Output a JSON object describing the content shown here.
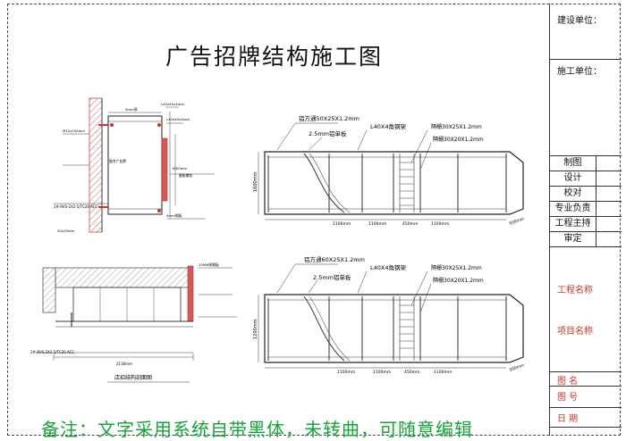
{
  "title": "广告招牌结构施工图",
  "note": "备注：文字采用系统自带黑体，未转曲，可随意编辑",
  "title_block": {
    "construction_unit": "建设单位：",
    "builder": "施工单位：",
    "rows": [
      "制图",
      "设计",
      "校对",
      "专业负责",
      "工程主持",
      "审定"
    ],
    "project_name": "工程名称",
    "item_name": "项目名称",
    "bottom_rows": [
      "图  名",
      "图  号",
      "日  期"
    ]
  },
  "elevation_top": {
    "label_square_tube": "铝方通50X25X1.2mm",
    "label_angle": "L40X4角钢架",
    "label_plate": "2.5mm铝单板",
    "label_grid1": "隔栅30X25X1.2mm",
    "label_grid2": "隔栅30X20X1.2mm",
    "height": "1600mm",
    "dims": [
      "1100mm",
      "1100mm",
      "450mm",
      "1100mm"
    ],
    "depth": "500mm"
  },
  "elevation_bottom": {
    "label_square_tube": "铝方通60X25X1.2mm",
    "label_angle": "L40X4角钢架",
    "label_plate": "2.5mm铝单板",
    "label_grid1": "隔栅30X25X1.2mm",
    "label_grid2": "隔栅30X20X1.2mm",
    "height": "1200mm",
    "dims": [
      "1100mm",
      "1100mm",
      "450mm",
      "1100mm"
    ],
    "depth": "300mm"
  },
  "section_top": {
    "label_a": "L40x40x4mm",
    "label_b": "L40x40x4mm",
    "label_c": "M12x150mm",
    "label_d": "5mm厚",
    "label_e": "1600mm",
    "label_f": "膨胀螺栓",
    "label_g": "5mm钢板",
    "label_h": "胶合广告牌",
    "label_i": "2#-RVS-2X2.5/TC20 ACC",
    "label_j": "50x25mm"
  },
  "section_bottom": {
    "label_a": "2130mm",
    "label_b": "店招结构剖面图",
    "label_c": "10MM厚钢板",
    "label_d": "2#-RVS-2X2.5/TC20 ACC"
  }
}
